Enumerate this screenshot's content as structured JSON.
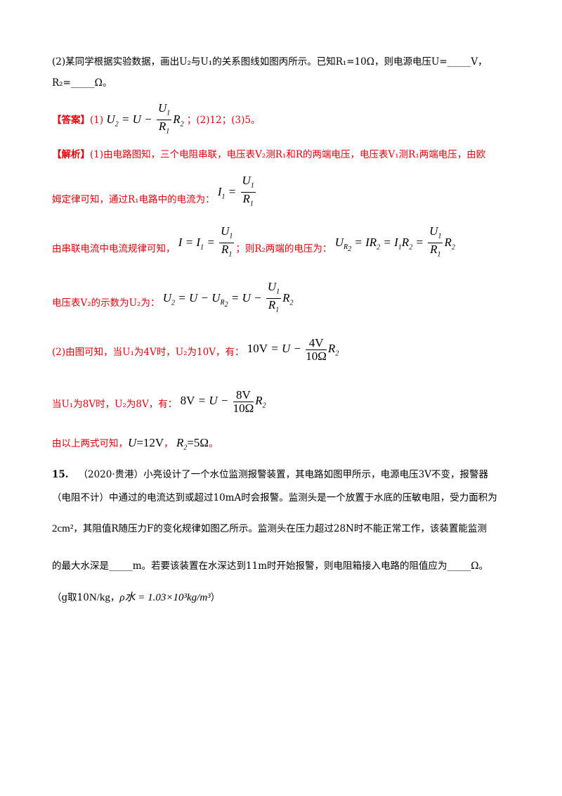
{
  "q14": {
    "part2_line1": "(2)某同学根据实验数据，画出U₂与U₁的关系图线如图丙所示。已知R₁=10Ω，则电源电压U=_____V，",
    "part2_line2": "R₂=_____Ω。"
  },
  "answer": {
    "tag": "【答案】",
    "p1": "(1)",
    "rest": "；(2)12；(3)5。"
  },
  "analysis": {
    "tag": "【解析】",
    "l1": "(1)由电路图知，三个电阻串联，电压表V₂测R₁和R的两端电压，电压表V₁测R₁两端电压，由欧",
    "l2": "姆定律可知，通过R₁电路中的电流为：",
    "l3a": "由串联电流中电流规律可知，",
    "l3b": "；则R₂两端的电压为：",
    "l4": "电压表V₂的示数为U₂为：",
    "l5": "(2)由图可知，当U₁为4V时，U₂为10V，有：",
    "l6": "当U₁为8V时，U₂为8V，有：",
    "l7a": "由以上两式可知，",
    "l7b": "，",
    "l7c": "。"
  },
  "q15": {
    "num": "15.",
    "l1": "（2020·贵港）小亮设计了一个水位监测报警装置，其电路如图甲所示，电源电压3V不变，报警器",
    "l2": "（电阻不计）中通过的电流达到或超过10mA时会报警。监测头是一个放置于水底的压敏电阻，受力面积为",
    "l3": "，其阻值R随压力F的变化规律如图乙所示。监测头在压力超过28N时不能正常工作，该装置能监测",
    "l4": "的最大水深是_____m。若要该装置在水深达到11m时开始报警，则电阻箱接入电路的阻值应为_____Ω。",
    "l5a": "（g取10",
    "l5b": "，",
    "l5c": "）",
    "area": "2cm²",
    "gunit": "N/kg",
    "rho": "ρ水 = 1.03×10³kg/m³"
  }
}
